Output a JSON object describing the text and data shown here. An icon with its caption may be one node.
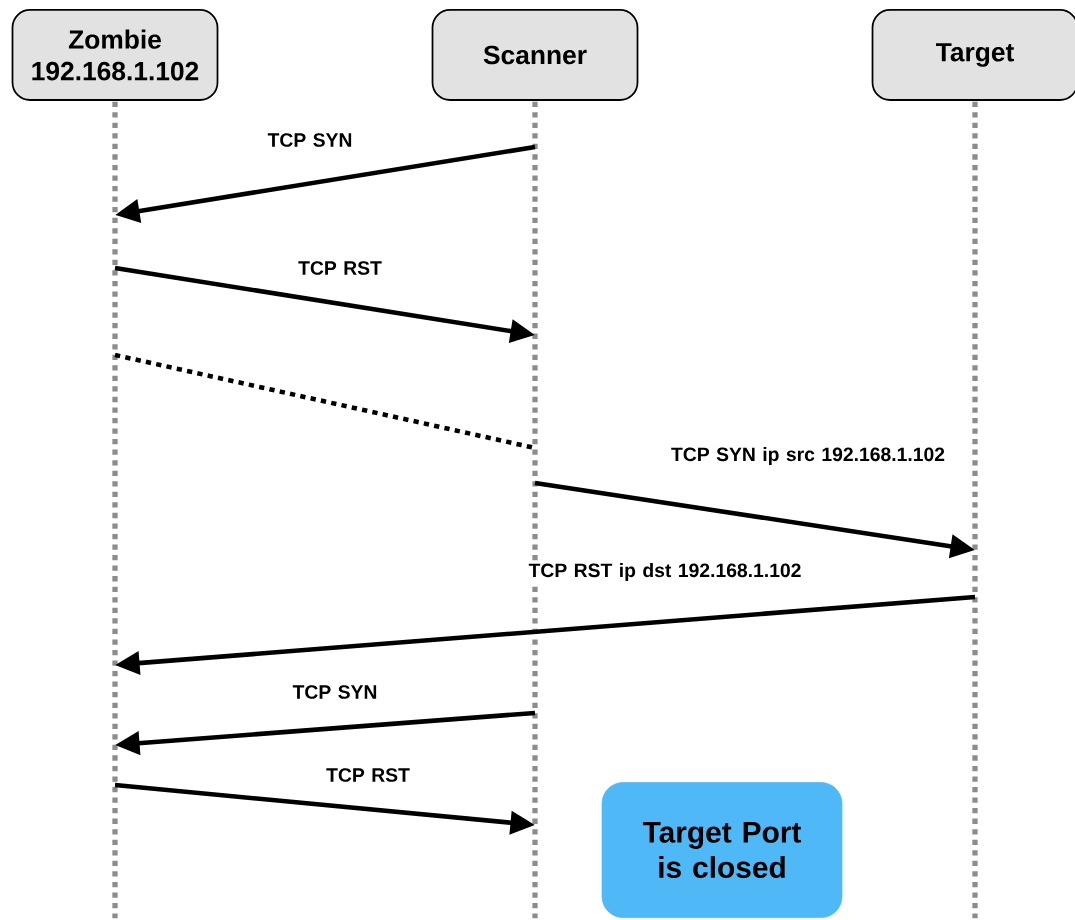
{
  "diagram": {
    "nodes": [
      {
        "text": [
          "Zombie",
          "192.168.1.102"
        ]
      },
      {
        "text": [
          "Scanner"
        ]
      },
      {
        "text": [
          "Target"
        ]
      },
      {
        "text": [],
        "shape": "line"
      },
      {
        "text": [],
        "shape": "line"
      },
      {
        "text": [],
        "shape": "line"
      },
      {
        "text": [
          "Target Port is closed"
        ]
      }
    ],
    "edges": [
      {
        "from": 4,
        "to": 3,
        "arrow": "to",
        "label": "TCP SYN"
      },
      {
        "from": 3,
        "to": 4,
        "arrow": "to",
        "label": "TCP RST"
      },
      {
        "from": 3,
        "to": 4,
        "arrow": "none",
        "style": "dashed"
      },
      {
        "from": 4,
        "to": 5,
        "arrow": "to",
        "label": "TCP SYN ip src 192.168.1.102"
      },
      {
        "from": 5,
        "to": 3,
        "arrow": "to",
        "label": "TCP RST ip dst 192.168.1.102"
      },
      {
        "from": 4,
        "to": 3,
        "arrow": "to",
        "label": "TCP SYN"
      },
      {
        "from": 3,
        "to": 4,
        "arrow": "to",
        "label": "TCP RST"
      }
    ]
  }
}
